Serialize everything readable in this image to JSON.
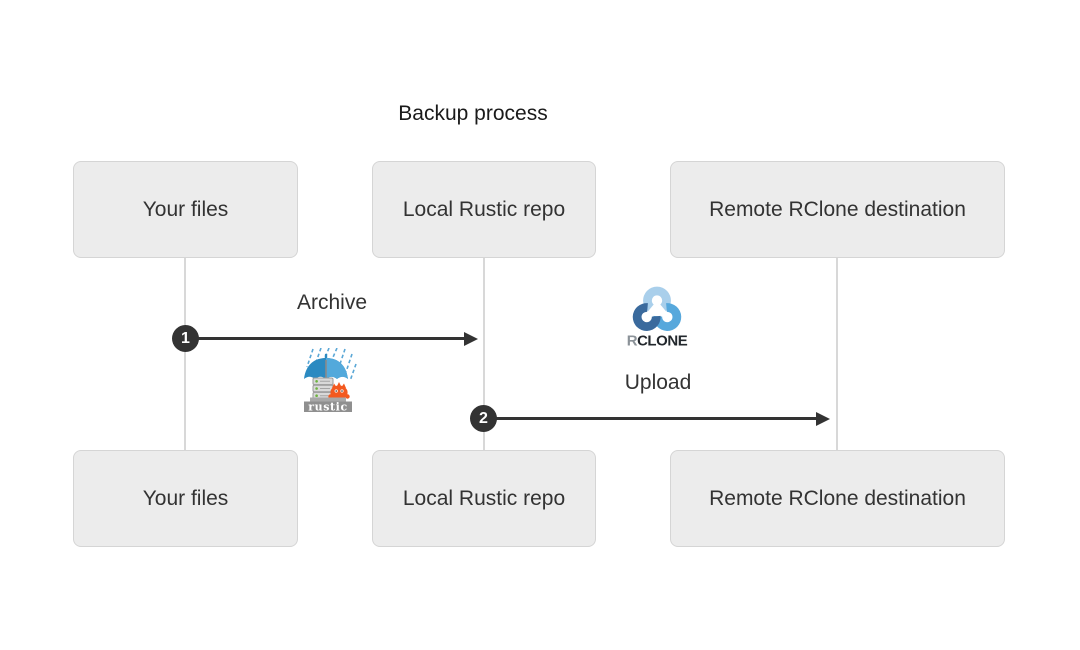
{
  "title": "Backup process",
  "actors": [
    {
      "id": "your-files",
      "label": "Your files"
    },
    {
      "id": "rustic-repo",
      "label": "Local Rustic repo"
    },
    {
      "id": "rclone-dest",
      "label": "Remote RClone destination"
    }
  ],
  "messages": [
    {
      "number": "1",
      "label": "Archive",
      "from": "Your files",
      "to": "Local Rustic repo"
    },
    {
      "number": "2",
      "label": "Upload",
      "from": "Local Rustic repo",
      "to": "Remote RClone destination"
    }
  ],
  "logos": {
    "rustic": {
      "wordmark": "rustic"
    },
    "rclone": {
      "wordmark_r": "R",
      "wordmark_clone": "CLONE"
    }
  },
  "colors": {
    "actor_fill": "#ececec",
    "actor_border": "#d5d5d5",
    "actor_text": "#333333",
    "lifeline": "#d8d8d8",
    "arrow": "#333333",
    "badge_fill": "#333333",
    "badge_text": "#ffffff",
    "rclone_blue_light": "#a9cfeb",
    "rclone_blue_mid": "#57a8dc",
    "rclone_blue_dark": "#3a6a9d",
    "rustic_orange": "#f3591f",
    "rustic_umbrella_blue": "#2b8ac1",
    "rustic_base_gray": "#8f8f8f",
    "rustic_rain_blue": "#5aa7d6"
  }
}
